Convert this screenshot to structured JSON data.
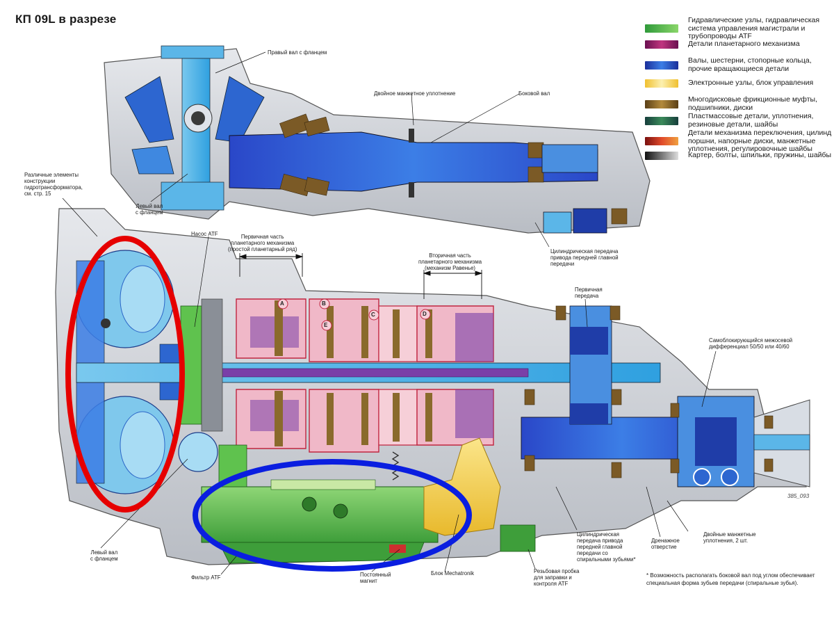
{
  "title": "КП 09L в разрезе",
  "legend": [
    {
      "text": "Гидравлические узлы, гидравлическая\nсистема управления магистрали и\nтрубопроводы ATF",
      "color": "#5fc24e"
    },
    {
      "text": "Детали планетарного механизма",
      "color": "#9a1f6e"
    },
    {
      "text": "Валы, шестерни, стопорные кольца,\nпрочие вращающиеся детали",
      "color": "#2a57c6"
    },
    {
      "text": "Электронные узлы, блок управления",
      "color": "#f6d65c"
    },
    {
      "text": "Многодисковые фрикционные муфты,\nподшипники, диски",
      "color": "#8a6a2c"
    },
    {
      "text": "Пластмассовые детали, уплотнения,\nрезиновые детали, шайбы",
      "color": "#1f5a56"
    },
    {
      "text": "Детали механизма переключения, цилинд\nпоршни, напорные диски, манжетные\nуплотнения, регулировочные шайбы",
      "color": "#cc2f2f"
    },
    {
      "text": "Картер, болты, шпильки, пружины, шайбы",
      "color": "#333333"
    }
  ],
  "labels": {
    "right_shaft": "Правый вал с фланцем",
    "double_seal": "Двойное манжетное уплотнение",
    "side_shaft": "Боковой вал",
    "left_shaft_top": "Левый вал\nс фланцем",
    "converter": "Различные элементы\nконструкции\nгидротрансформатора,\nсм. стр. 15",
    "pump": "Насос ATF",
    "primary_planetary": "Первичная часть\nпланетарного механизма\n(простой планетарный ряд)",
    "secondary_planetary": "Вторичная часть\nпланетарного механизма\n(механизм Равенье)",
    "cyl_gear_top": "Цилиндрическая передача\nпривода передней главной\nпередачи",
    "primary_gear": "Первичная\nпередача",
    "differential": "Самоблокирующийся межосевой\nдифференциал 50/50 или 40/60",
    "left_shaft_bottom": "Левый вал\nс фланцем",
    "filter": "Фильтр ATF",
    "magnet": "Постоянный\nмагнит",
    "mechatronik": "Блок Mechatronik",
    "plug": "Резьбовая пробка\nдля заправки и\nконтроля ATF",
    "cyl_gear_bottom": "Цилиндрическая\nпередача привода\nпередней главной\nпередачи со\nспиральными зубьями*",
    "drain": "Дренажное\nотверстие",
    "double_seals": "Двойные манжетные\nуплотнения, 2 шт."
  },
  "clutch_letters": [
    "A",
    "B",
    "C",
    "D",
    "E"
  ],
  "figure_number": "385_093",
  "footnote": "* Возможность располагать боковой вал под углом обеспечивает\n  специальная форма зубьев передачи (спиральные зубья).",
  "highlight_colors": {
    "red": "#e60000",
    "blue": "#0a1ee0"
  }
}
